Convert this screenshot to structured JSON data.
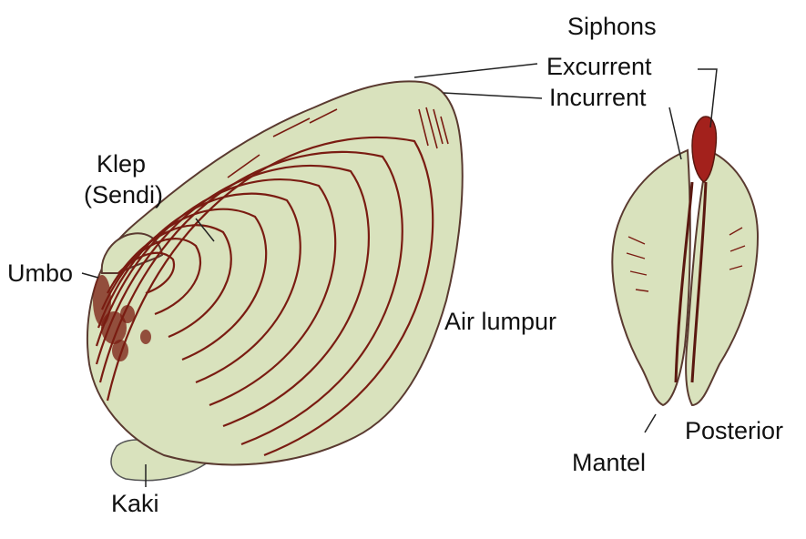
{
  "labels": {
    "siphons": "Siphons",
    "excurrent": "Excurrent",
    "incurrent": "Incurrent",
    "klep": "Klep",
    "sendi": "(Sendi)",
    "umbo": "Umbo",
    "air_lumpur": "Air lumpur",
    "kaki": "Kaki",
    "mantel": "Mantel",
    "posterior": "Posterior"
  },
  "colors": {
    "shell_fill": "#d9e2bd",
    "growth_line": "#7a1c12",
    "siphon_red": "#a3211c",
    "leader_line": "#222222"
  }
}
